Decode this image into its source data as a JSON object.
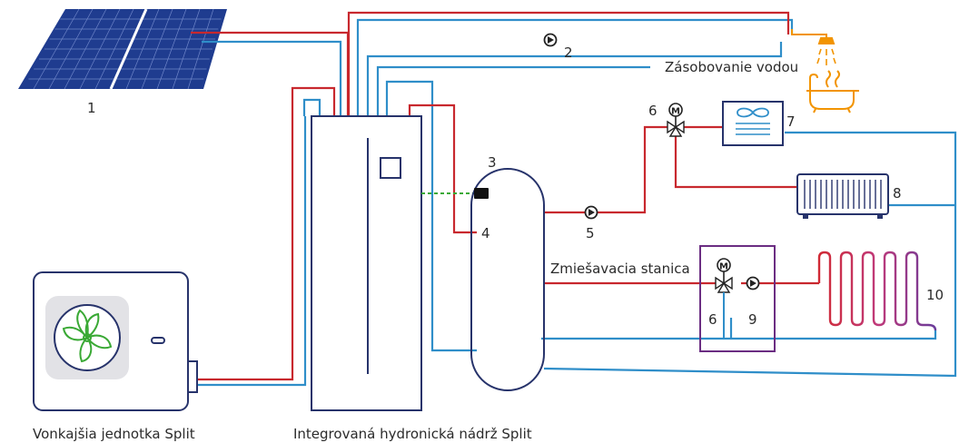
{
  "colors": {
    "hot_pipe": "#c8282e",
    "cold_pipe": "#2f8ec9",
    "outline": "#27336b",
    "fan": "#3aa935",
    "mixing_box": "#6b2d82",
    "sensor_link": "#3aa935",
    "tap": "#f29400"
  },
  "icons": {
    "solar": "solar-panel-icon",
    "outdoor_unit": "split-outdoor-unit-icon",
    "indoor_unit": "hydronic-tank-icon",
    "buffer": "buffer-tank-icon",
    "pump": "circulation-pump-icon",
    "valve": "three-way-mixing-valve-icon",
    "fan_coil": "fan-coil-icon",
    "radiator": "radiator-icon",
    "floor": "underfloor-heating-icon",
    "shower": "shower-bath-icon"
  },
  "labels": {
    "outdoor_unit": "Vonkajšia jednotka Split",
    "indoor_unit": "Integrovaná hydronická nádrž Split",
    "water_supply": "Zásobovanie vodou",
    "mixing_station": "Zmiešavacia stanica"
  },
  "numbers": {
    "solar": "1",
    "dhw_pump": "2",
    "buffer_tank": "3",
    "buffer_sensor": "4",
    "circuit_pump": "5",
    "valve_top": "6",
    "fan_coil": "7",
    "radiator": "8",
    "valve_mix": "6",
    "mix_pump": "9",
    "floor": "10"
  },
  "valve_motor_letter": "M"
}
